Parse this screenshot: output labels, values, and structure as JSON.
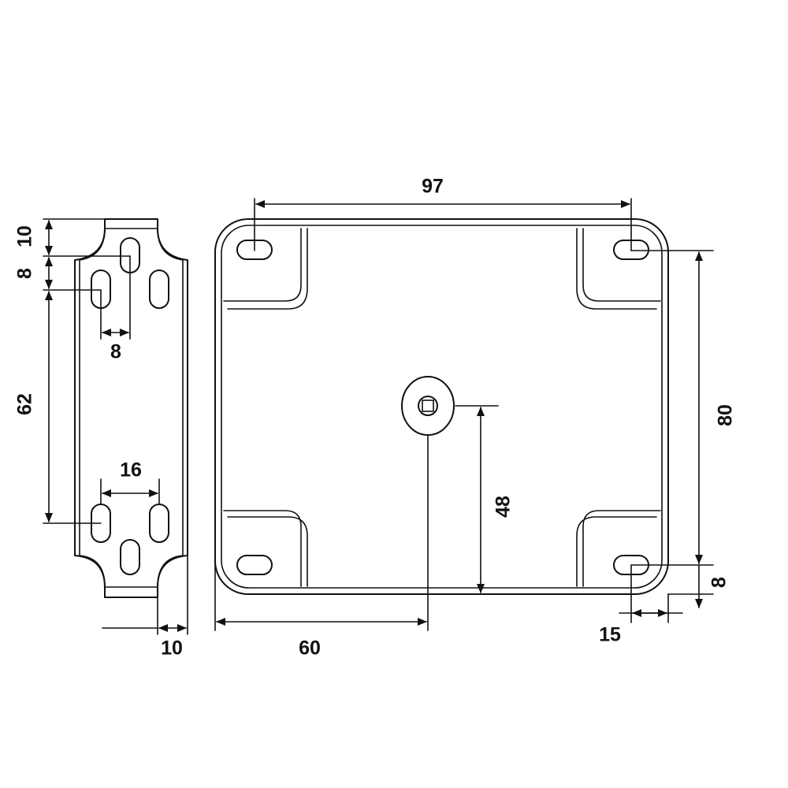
{
  "dimensions": {
    "side_top_offset": "10",
    "side_slot_step": "8",
    "side_slot_horizontal_offset": "8",
    "side_slot_vertical_span": "62",
    "side_slot_horizontal_span": "16",
    "side_flange_depth": "10",
    "front_hole_spacing_horizontal": "97",
    "front_hole_spacing_vertical": "80",
    "front_center_height": "48",
    "front_center_offset": "60",
    "front_hole_edge_offset_horizontal": "15",
    "front_hole_edge_offset_vertical": "8"
  },
  "colors": {
    "line": "#111111",
    "background": "#ffffff"
  }
}
